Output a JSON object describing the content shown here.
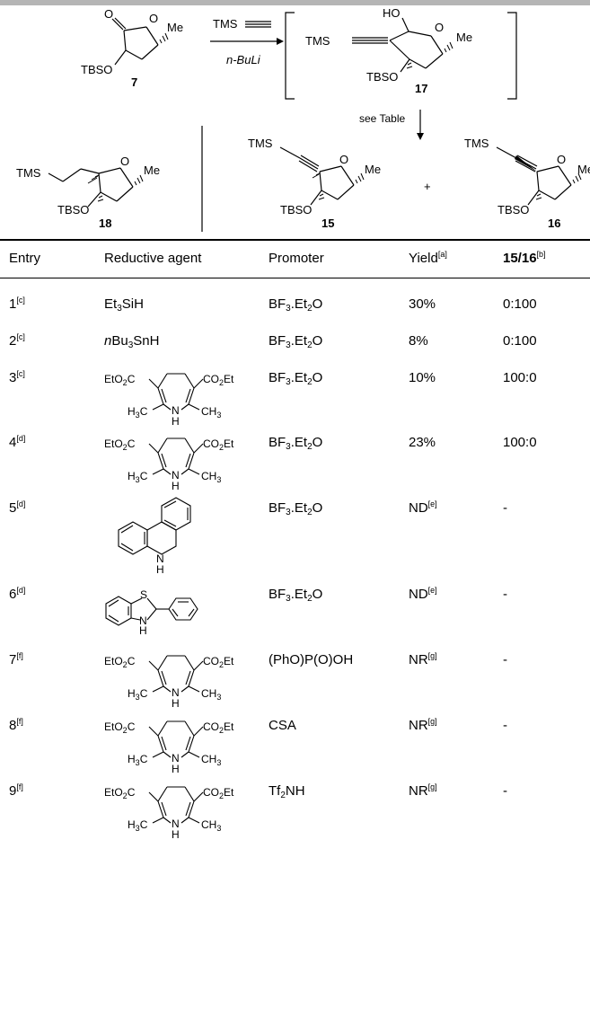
{
  "scheme": {
    "reagent_top": "TMS",
    "reagent_bottom": "n-BuLi",
    "see_table": "see Table",
    "plus": "+",
    "compounds": {
      "c7": "7",
      "c17": "17",
      "c18": "18",
      "c15": "15",
      "c16": "16"
    },
    "atom_labels": {
      "O": "O",
      "Me": "Me",
      "TBSO": "TBSO",
      "TMS": "TMS",
      "HO": "HO"
    }
  },
  "table": {
    "headers": {
      "entry": "Entry",
      "agent": "Reductive agent",
      "promoter": "Promoter",
      "yield": "Yield",
      "yield_note": "[a]",
      "ratio": "15/16",
      "ratio_note": "[b]"
    },
    "rows": [
      {
        "entry": "1",
        "note": "[c]",
        "agent_pre": "Et",
        "agent_sub1": "3",
        "agent_mid": "SiH",
        "promoter_pre": "BF",
        "promoter_sub": "3",
        "promoter_post": ".Et",
        "promoter_sub2": "2",
        "promoter_end": "O",
        "yield": "30%",
        "yield_note": "",
        "ratio": "0:100"
      },
      {
        "entry": "2",
        "note": "[c]",
        "agent_italic": "n",
        "agent_pre": "Bu",
        "agent_sub1": "3",
        "agent_mid": "SnH",
        "promoter_pre": "BF",
        "promoter_sub": "3",
        "promoter_post": ".Et",
        "promoter_sub2": "2",
        "promoter_end": "O",
        "yield": "8%",
        "yield_note": "",
        "ratio": "0:100"
      },
      {
        "entry": "3",
        "note": "[c]",
        "promoter_pre": "BF",
        "promoter_sub": "3",
        "promoter_post": ".Et",
        "promoter_sub2": "2",
        "promoter_end": "O",
        "yield": "10%",
        "yield_note": "",
        "ratio": "100:0"
      },
      {
        "entry": "4",
        "note": "[d]",
        "promoter_pre": "BF",
        "promoter_sub": "3",
        "promoter_post": ".Et",
        "promoter_sub2": "2",
        "promoter_end": "O",
        "yield": "23%",
        "yield_note": "",
        "ratio": "100:0"
      },
      {
        "entry": "5",
        "note": "[d]",
        "promoter_pre": "BF",
        "promoter_sub": "3",
        "promoter_post": ".Et",
        "promoter_sub2": "2",
        "promoter_end": "O",
        "yield": "ND",
        "yield_note": "[e]",
        "ratio": "-"
      },
      {
        "entry": "6",
        "note": "[d]",
        "promoter_pre": "BF",
        "promoter_sub": "3",
        "promoter_post": ".Et",
        "promoter_sub2": "2",
        "promoter_end": "O",
        "yield": "ND",
        "yield_note": "[e]",
        "ratio": "-"
      },
      {
        "entry": "7",
        "note": "[f]",
        "promoter_plain": "(PhO)P(O)OH",
        "yield": "NR",
        "yield_note": "[g]",
        "ratio": "-"
      },
      {
        "entry": "8",
        "note": "[f]",
        "promoter_plain": "CSA",
        "yield": "NR",
        "yield_note": "[g]",
        "ratio": "-"
      },
      {
        "entry": "9",
        "note": "[f]",
        "promoter_pre": "Tf",
        "promoter_sub": "2",
        "promoter_post": "NH",
        "yield": "NR",
        "yield_note": "[g]",
        "ratio": "-"
      }
    ],
    "hantzsch": {
      "ester_left_a": "EtO",
      "ester_left_sub": "2",
      "ester_left_b": "C",
      "ester_right_a": "CO",
      "ester_right_sub": "2",
      "ester_right_b": "Et",
      "methyl_left_a": "H",
      "methyl_left_sub": "3",
      "methyl_left_b": "C",
      "methyl_right_a": "CH",
      "methyl_right_sub": "3",
      "nh": "N",
      "h": "H"
    },
    "benzothiazoline": {
      "S": "S",
      "N": "N",
      "H": "H"
    },
    "phenanthridine": {
      "N": "N",
      "H": "H"
    }
  }
}
